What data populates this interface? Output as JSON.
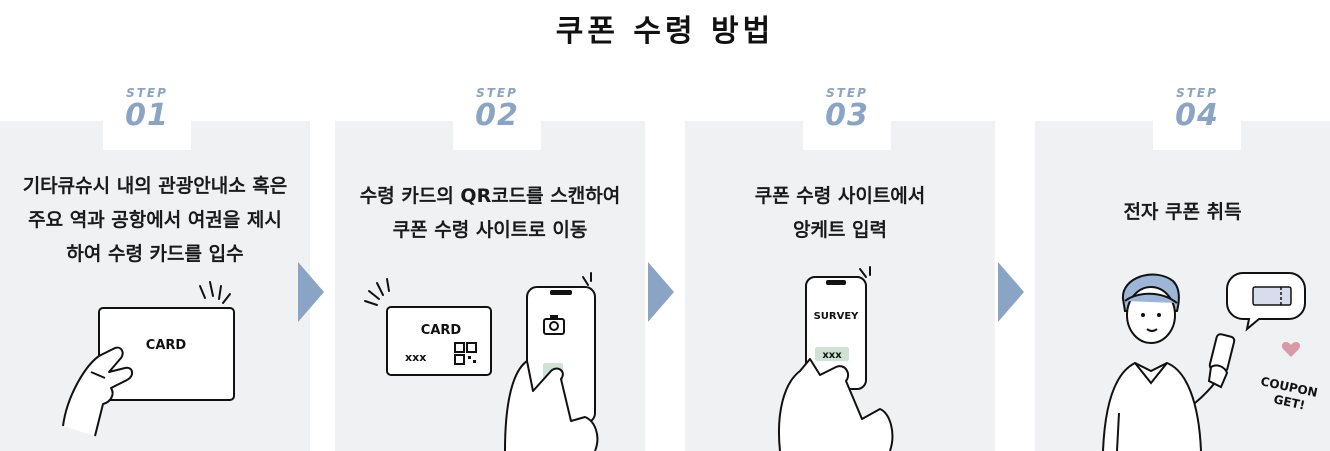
{
  "title": "쿠폰 수령 방법",
  "steps": [
    {
      "label": "STEP",
      "number": "01",
      "lines": [
        "기타큐슈시 내의 관광안내소 혹은",
        "주요 역과 공항에서 여권을 제시",
        "하여 수령 카드를 입수"
      ],
      "card_label": "CARD"
    },
    {
      "label": "STEP",
      "number": "02",
      "lines": [
        "수령 카드의 QR코드를 스캔하여",
        "쿠폰 수령 사이트로 이동"
      ],
      "card_label": "CARD",
      "card_code": "xxx"
    },
    {
      "label": "STEP",
      "number": "03",
      "lines": [
        "쿠폰 수령 사이트에서",
        "앙케트 입력"
      ],
      "phone_label": "SURVEY",
      "phone_code": "xxx"
    },
    {
      "label": "STEP",
      "number": "04",
      "lines": [
        "전자 쿠폰 취득"
      ],
      "coupon_line1": "COUPON",
      "coupon_line2": "GET!"
    }
  ],
  "colors": {
    "accent": "#8aa4c6",
    "panel_bg": "#f0f1f3",
    "highlight": "#cfe3d4",
    "hair": "#9db6d8",
    "heart": "#d99aa8"
  },
  "icons": [
    "chevron-right-icon",
    "camera-icon",
    "qr-code-icon",
    "heart-icon",
    "ticket-icon"
  ]
}
